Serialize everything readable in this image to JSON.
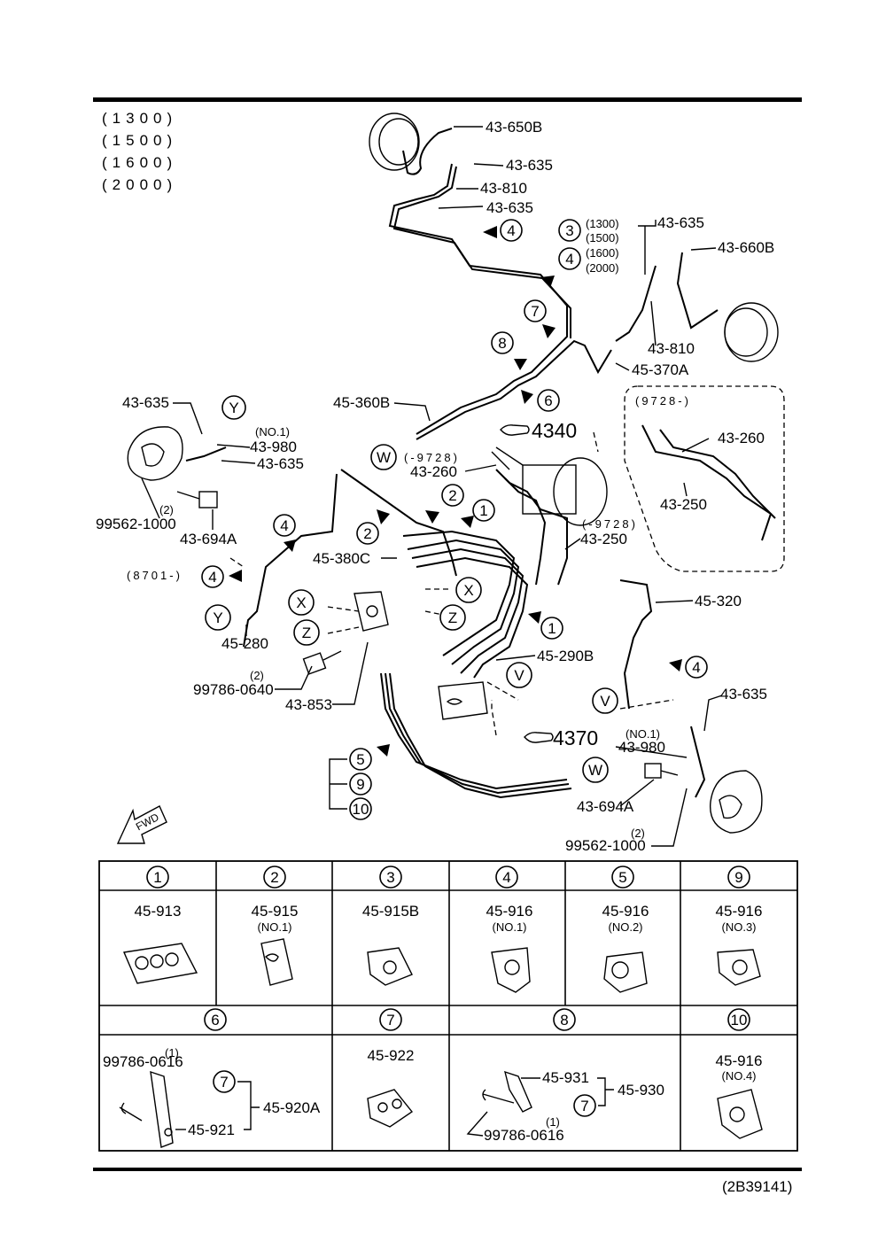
{
  "engine_variants": [
    "(1300)",
    "(1500)",
    "(1600)",
    "(2000)"
  ],
  "catalog_code": "(2B39141)",
  "fwd_label": "FWD",
  "labels": {
    "p43_650B": "43-650B",
    "p43_635_a": "43-635",
    "p43_810_a": "43-810",
    "p43_635_b": "43-635",
    "p43_635_c": "43-635",
    "p43_660B": "43-660B",
    "p43_810_b": "43-810",
    "p45_370A": "45-370A",
    "v1300": "(1300)",
    "v1500": "(1500)",
    "v1600": "(1600)",
    "v2000": "(2000)",
    "p45_360B": "45-360B",
    "p43_635_d": "43-635",
    "no1_a": "(NO.1)",
    "p43_980_a": "43-980",
    "p43_635_e": "43-635",
    "qty2_a": "(2)",
    "p99562_a": "99562-1000",
    "p43_694A_a": "43-694A",
    "p4340": "4340",
    "to9728_a": "(-9728)",
    "p43_260_a": "43-260",
    "to9728_b": "(-9728)",
    "p43_250_a": "43-250",
    "from9728": "(9728-)",
    "p43_260_b": "43-260",
    "p43_250_b": "43-250",
    "p45_380C": "45-380C",
    "from8701": "(8701-)",
    "p45_280": "45-280",
    "qty2_b": "(2)",
    "p99786_a": "99786-0640",
    "p43_853": "43-853",
    "p45_320": "45-320",
    "p45_290B": "45-290B",
    "p43_635_f": "43-635",
    "p4370": "4370",
    "no1_b": "(NO.1)",
    "p43_980_b": "43-980",
    "p43_694A_b": "43-694A",
    "qty2_c": "(2)",
    "p99562_b": "99562-1000"
  },
  "callouts": {
    "c1": "1",
    "c2": "2",
    "c3": "3",
    "c4": "4",
    "c5": "5",
    "c6": "6",
    "c7": "7",
    "c8": "8",
    "c9": "9",
    "c10": "10",
    "V": "V",
    "W": "W",
    "X": "X",
    "Y": "Y",
    "Z": "Z"
  },
  "parts_table": {
    "row1": [
      {
        "num": "1",
        "part": "45-913",
        "sub": ""
      },
      {
        "num": "2",
        "part": "45-915",
        "sub": "(NO.1)"
      },
      {
        "num": "3",
        "part": "45-915B",
        "sub": ""
      },
      {
        "num": "4",
        "part": "45-916",
        "sub": "(NO.1)"
      },
      {
        "num": "5",
        "part": "45-916",
        "sub": "(NO.2)"
      },
      {
        "num": "9",
        "part": "45-916",
        "sub": "(NO.3)"
      }
    ],
    "row2": {
      "c6": {
        "num": "6",
        "qty": "(1)",
        "bolt": "99786-0616",
        "bracket": "45-921",
        "ref": "7",
        "assy": "45-920A"
      },
      "c7": {
        "num": "7",
        "part": "45-922"
      },
      "c8": {
        "num": "8",
        "part": "45-931",
        "ref": "7",
        "assy": "45-930",
        "qty": "(1)",
        "bolt": "99786-0616"
      },
      "c10": {
        "num": "10",
        "part": "45-916",
        "sub": "(NO.4)"
      }
    }
  }
}
